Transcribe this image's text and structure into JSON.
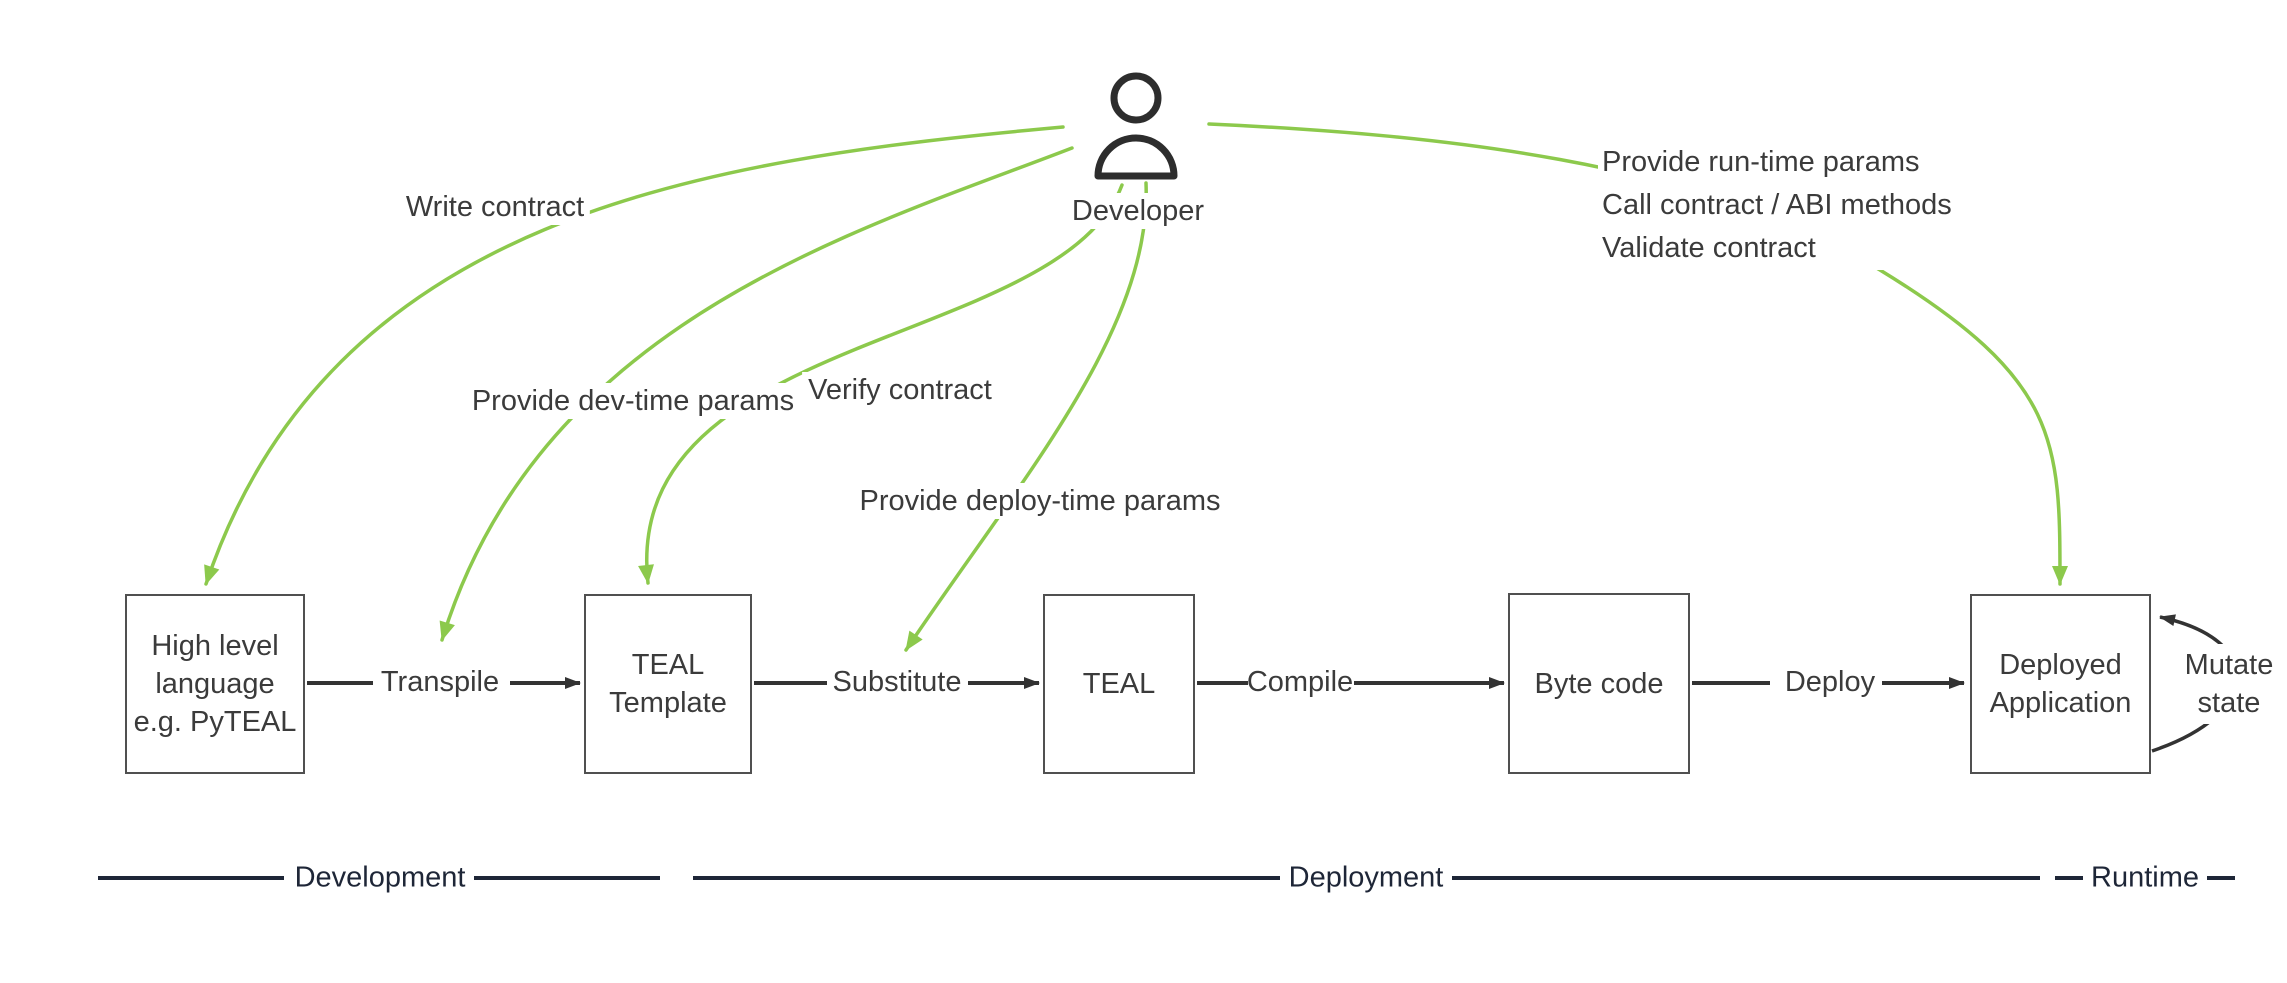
{
  "actor": {
    "label": "Developer"
  },
  "annotations": {
    "write_contract": "Write contract",
    "dev_time_params": "Provide dev-time params",
    "verify_contract": "Verify contract",
    "deploy_time_params": "Provide deploy-time params",
    "runtime_block": {
      "lines": [
        "Provide run-time params",
        "Call contract / ABI methods",
        "Validate contract"
      ]
    },
    "mutate_state": {
      "lines": [
        "Mutate",
        "state"
      ]
    }
  },
  "nodes": [
    {
      "id": "high-level-language",
      "lines": [
        "High level",
        "language",
        "e.g. PyTEAL"
      ]
    },
    {
      "id": "teal-template",
      "lines": [
        "TEAL",
        "Template"
      ]
    },
    {
      "id": "teal",
      "lines": [
        "TEAL"
      ]
    },
    {
      "id": "byte-code",
      "lines": [
        "Byte code"
      ]
    },
    {
      "id": "deployed-application",
      "lines": [
        "Deployed",
        "Application"
      ]
    }
  ],
  "edges": [
    {
      "label": "Transpile"
    },
    {
      "label": "Substitute"
    },
    {
      "label": "Compile"
    },
    {
      "label": "Deploy"
    }
  ],
  "phases": [
    {
      "label": "Development"
    },
    {
      "label": "Deployment"
    },
    {
      "label": "Runtime"
    }
  ],
  "colors": {
    "arrow_green": "#8cc94c",
    "ink": "#333333",
    "phase_ink": "#1e2637"
  }
}
